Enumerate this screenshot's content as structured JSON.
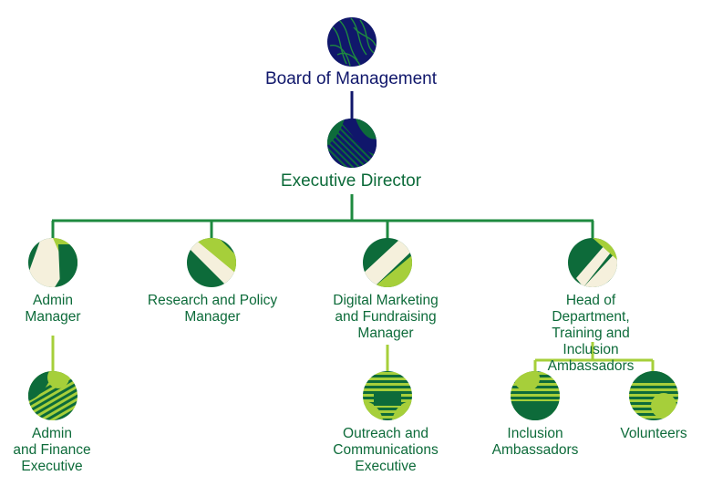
{
  "colors": {
    "navy": "#10176b",
    "dark_green": "#0d6b3a",
    "lime": "#a6cf3a",
    "cream": "#f5f0dc",
    "line_green": "#1e8a3f",
    "line_lime": "#a6cf3a"
  },
  "nodes": {
    "board": {
      "label": "Board of Management",
      "icon": "navy-leaf-pattern-icon"
    },
    "executive_director": {
      "label": "Executive Director",
      "icon": "navy-green-stripe-icon"
    },
    "admin_manager": {
      "label": "Admin\nManager",
      "icon": "green-diagonal-icon"
    },
    "research_manager": {
      "label": "Research and Policy\nManager",
      "icon": "green-diagonal-icon"
    },
    "digital_manager": {
      "label": "Digital Marketing\nand Fundraising\nManager",
      "icon": "green-diagonal-icon"
    },
    "head_of_department": {
      "label": "Head of Department,\nTraining and Inclusion\nAmbassadors",
      "icon": "green-diagonal-icon"
    },
    "admin_finance_exec": {
      "label": "Admin\nand Finance\nExecutive",
      "icon": "lime-stripe-icon"
    },
    "outreach_exec": {
      "label": "Outreach and\nCommunications\nExecutive",
      "icon": "lime-stripe-icon"
    },
    "inclusion_ambassadors": {
      "label": "Inclusion\nAmbassadors",
      "icon": "lime-stripe-icon"
    },
    "volunteers": {
      "label": "Volunteers",
      "icon": "lime-stripe-icon"
    }
  }
}
